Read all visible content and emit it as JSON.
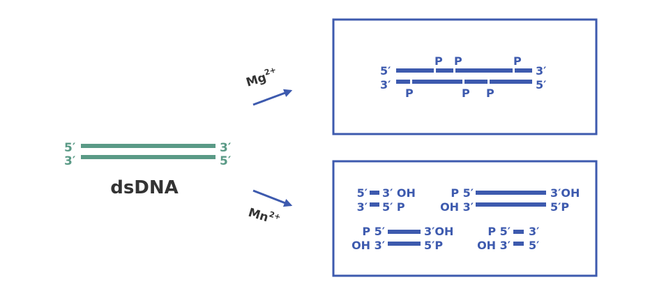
{
  "dsdna": {
    "label": "dsDNA",
    "top_left": "5′",
    "top_right": "3′",
    "bot_left": "3′",
    "bot_right": "5′",
    "color": "#5a9a86"
  },
  "accent": "#3d5aae",
  "mg": {
    "base": "Mg",
    "sup": "2+",
    "top_left": "5′",
    "top_right": "3′",
    "bot_left": "3′",
    "bot_right": "5′",
    "p": "P"
  },
  "mn": {
    "base": "Mn",
    "sup": "2+",
    "f1": {
      "tl": "5′",
      "tr": "3′ OH",
      "bl": "3′",
      "br": "5′ P"
    },
    "f2": {
      "tl": "P 5′",
      "tr": "3′OH",
      "bl": "OH 3′",
      "br": "5′P"
    },
    "f3": {
      "tl": "P 5′",
      "tr": "3′OH",
      "bl": "OH 3′",
      "br": "5′P"
    },
    "f4": {
      "tl": "P 5′",
      "tr": "3′",
      "bl": "OH 3′",
      "br": "5′"
    }
  }
}
